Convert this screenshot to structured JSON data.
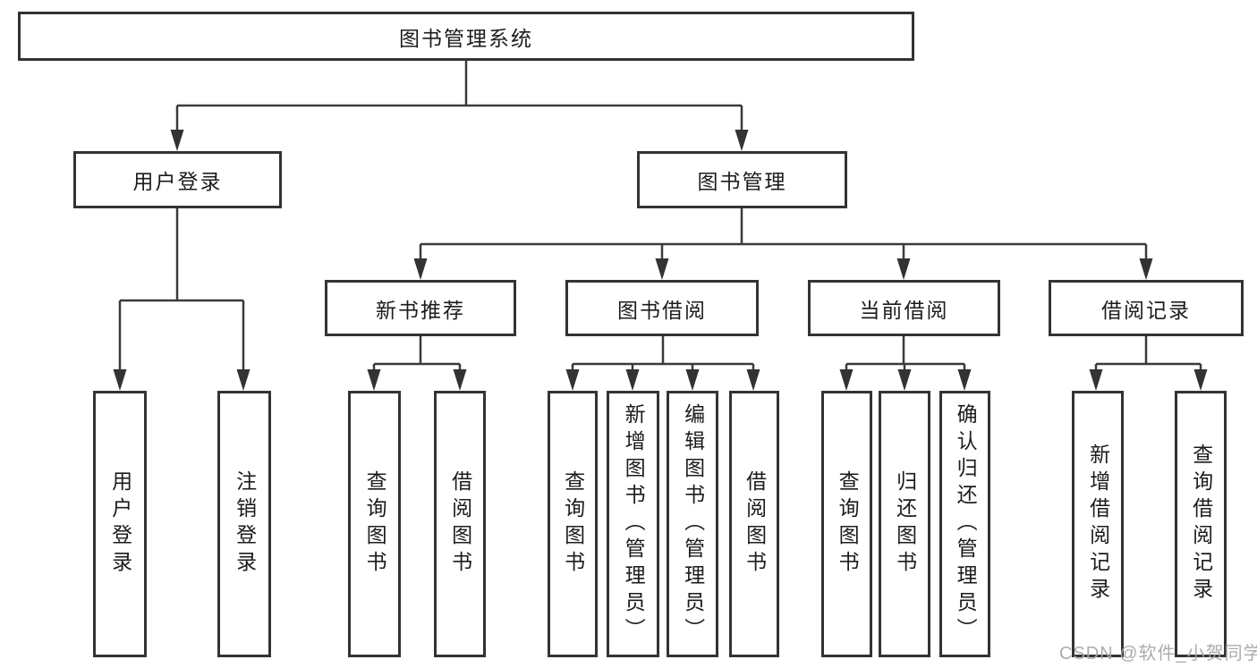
{
  "diagram": {
    "title": "图书管理系统",
    "user_login": {
      "label": "用户登录",
      "children": {
        "login": "用户登录",
        "logout": "注销登录"
      }
    },
    "book_mgmt": {
      "label": "图书管理",
      "sections": {
        "new_book": {
          "label": "新书推荐",
          "children": {
            "query": "查询图书",
            "borrow": "借阅图书"
          }
        },
        "borrow": {
          "label": "图书借阅",
          "children": {
            "query": "查询图书",
            "add": "新增图书（管理员）",
            "edit": "编辑图书（管理员）",
            "borrow": "借阅图书"
          }
        },
        "current": {
          "label": "当前借阅",
          "children": {
            "query": "查询图书",
            "return": "归还图书",
            "confirm": "确认归还（管理员）"
          }
        },
        "records": {
          "label": "借阅记录",
          "children": {
            "add": "新增借阅记录",
            "query": "查询借阅记录"
          }
        }
      }
    }
  },
  "watermark": {
    "text": "CSDN @软件_小贺同学"
  },
  "colors": {
    "background": "#ffffff",
    "box_border": "#333333",
    "connector_line": "#3a3a3a",
    "text": "#1c1c1c",
    "watermark": "#a8a8a8"
  }
}
